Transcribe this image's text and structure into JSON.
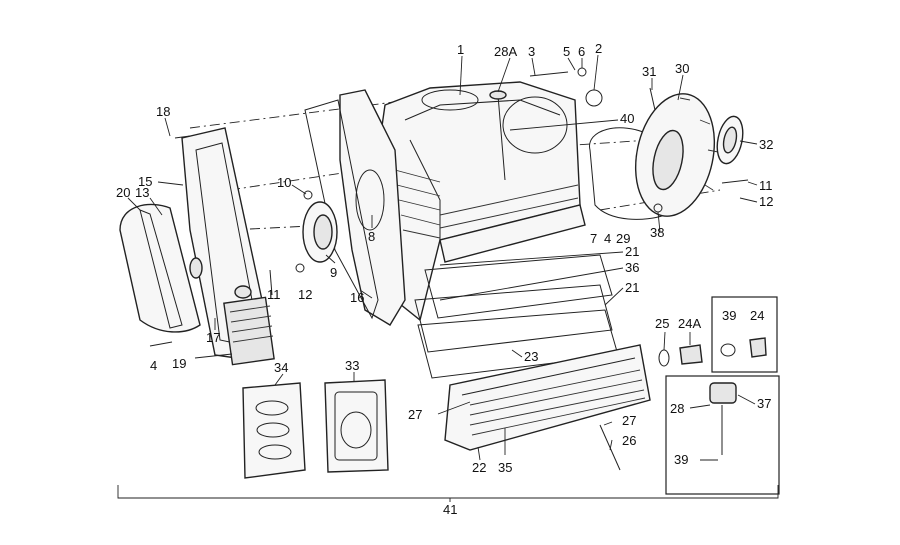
{
  "callouts": [
    {
      "id": "p1",
      "text": "1"
    },
    {
      "id": "p28a",
      "text": "28A"
    },
    {
      "id": "p3",
      "text": "3"
    },
    {
      "id": "p5",
      "text": "5"
    },
    {
      "id": "p6",
      "text": "6"
    },
    {
      "id": "p2",
      "text": "2"
    },
    {
      "id": "p31",
      "text": "31"
    },
    {
      "id": "p30",
      "text": "30"
    },
    {
      "id": "p40",
      "text": "40"
    },
    {
      "id": "p32",
      "text": "32"
    },
    {
      "id": "p18",
      "text": "18"
    },
    {
      "id": "p15",
      "text": "15"
    },
    {
      "id": "p20",
      "text": "20"
    },
    {
      "id": "p13",
      "text": "13"
    },
    {
      "id": "p10",
      "text": "10"
    },
    {
      "id": "p11a",
      "text": "11"
    },
    {
      "id": "p12a",
      "text": "12"
    },
    {
      "id": "p11b",
      "text": "11"
    },
    {
      "id": "p12b",
      "text": "12"
    },
    {
      "id": "p9",
      "text": "9"
    },
    {
      "id": "p8",
      "text": "8"
    },
    {
      "id": "p16",
      "text": "16"
    },
    {
      "id": "p17",
      "text": "17"
    },
    {
      "id": "p4a",
      "text": "4"
    },
    {
      "id": "p19",
      "text": "19"
    },
    {
      "id": "p7",
      "text": "7"
    },
    {
      "id": "p4b",
      "text": "4"
    },
    {
      "id": "p29",
      "text": "29"
    },
    {
      "id": "p38",
      "text": "38"
    },
    {
      "id": "p21a",
      "text": "21"
    },
    {
      "id": "p36",
      "text": "36"
    },
    {
      "id": "p21b",
      "text": "21"
    },
    {
      "id": "p25",
      "text": "25"
    },
    {
      "id": "p24a",
      "text": "24A"
    },
    {
      "id": "p39a",
      "text": "39"
    },
    {
      "id": "p24",
      "text": "24"
    },
    {
      "id": "p34",
      "text": "34"
    },
    {
      "id": "p33",
      "text": "33"
    },
    {
      "id": "p23",
      "text": "23"
    },
    {
      "id": "p27a",
      "text": "27"
    },
    {
      "id": "p27b",
      "text": "27"
    },
    {
      "id": "p26",
      "text": "26"
    },
    {
      "id": "p28",
      "text": "28"
    },
    {
      "id": "p37",
      "text": "37"
    },
    {
      "id": "p39b",
      "text": "39"
    },
    {
      "id": "p22",
      "text": "22"
    },
    {
      "id": "p35",
      "text": "35"
    },
    {
      "id": "p41",
      "text": "41"
    }
  ]
}
